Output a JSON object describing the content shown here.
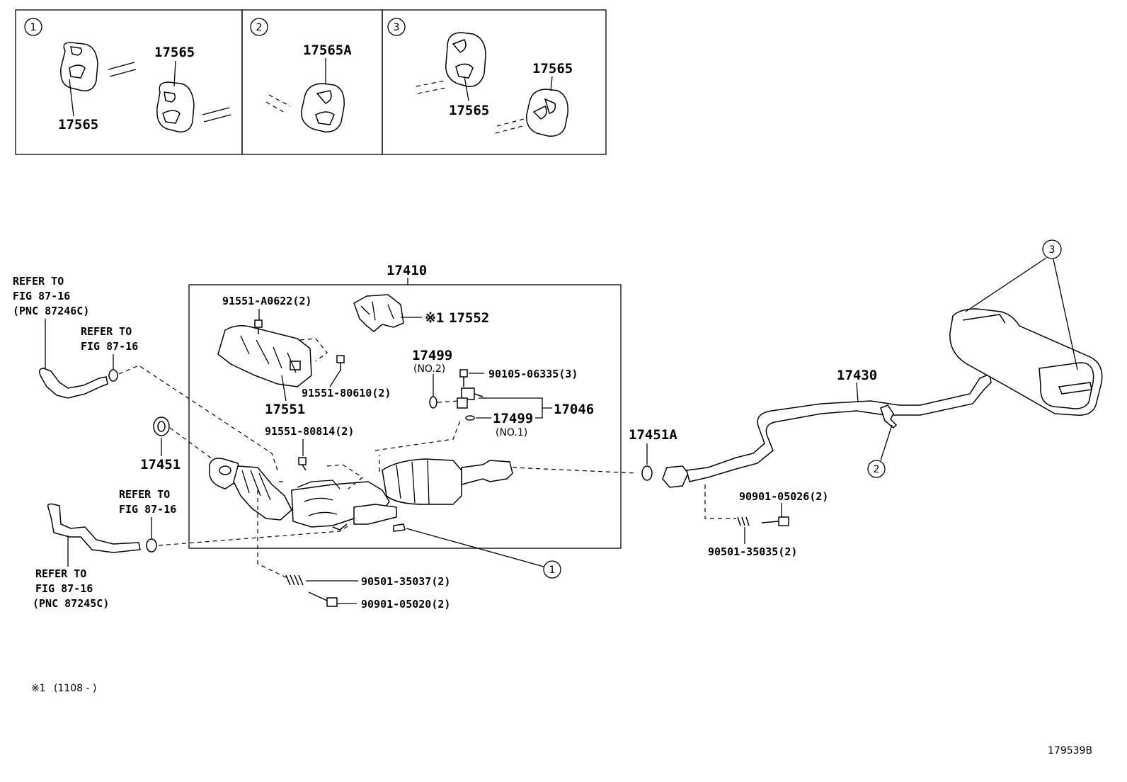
{
  "detail_boxes": [
    {
      "marker": "1",
      "labels": [
        "17565",
        "17565"
      ]
    },
    {
      "marker": "2",
      "labels": [
        "17565A"
      ]
    },
    {
      "marker": "3",
      "labels": [
        "17565",
        "17565"
      ]
    }
  ],
  "parts": {
    "p17410": "17410",
    "p91551_a0622": "91551-A0622(2)",
    "p17552": "17552",
    "p17552_note": "※1",
    "p17551": "17551",
    "p91551_80610": "91551-80610(2)",
    "p17499_a": "17499",
    "p17499_a_sub": "(NO.2)",
    "p90105_06335": "90105-06335(3)",
    "p17499_b": "17499",
    "p17499_b_sub": "(NO.1)",
    "p17046": "17046",
    "p91551_80814": "91551-80814(2)",
    "p17451": "17451",
    "p17451a": "17451A",
    "p17430": "17430",
    "p90901_05026": "90901-05026(2)",
    "p90501_35035": "90501-35035(2)",
    "p90501_35037": "90501-35037(2)",
    "p90901_05020": "90901-05020(2)"
  },
  "refs": {
    "r1": [
      "REFER TO",
      "FIG 87-16",
      "(PNC 87246C)"
    ],
    "r2": [
      "REFER TO",
      "FIG 87-16"
    ],
    "r3": [
      "REFER TO",
      "FIG 87-16"
    ],
    "r4": [
      "REFER TO",
      "FIG 87-16",
      "(PNC 87245C)"
    ]
  },
  "markers": {
    "m1": "1",
    "m2": "2",
    "m3": "3"
  },
  "footnote": {
    "symbol": "※1",
    "text": "(1108 -         )"
  },
  "diagram_id": "179539B"
}
